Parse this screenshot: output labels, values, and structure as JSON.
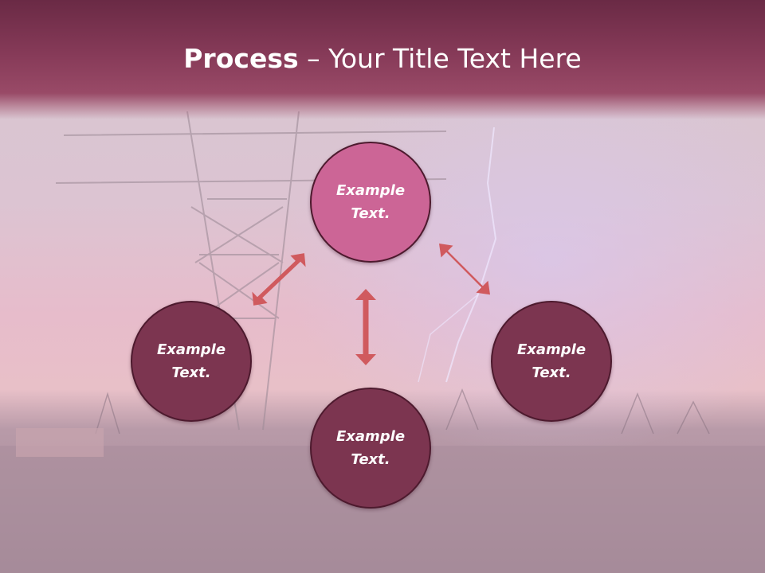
{
  "slide": {
    "title_bold": "Process",
    "title_rest": " – Your Title Text Here"
  },
  "nodes": {
    "top": "Example\nText.",
    "left": "Example\nText.",
    "right": "Example\nText.",
    "bottom": "Example\nText."
  },
  "colors": {
    "header": "#7c3550",
    "node_dark": "#7c3550",
    "node_accent": "#cc6596",
    "arrow": "#d05a5e"
  }
}
